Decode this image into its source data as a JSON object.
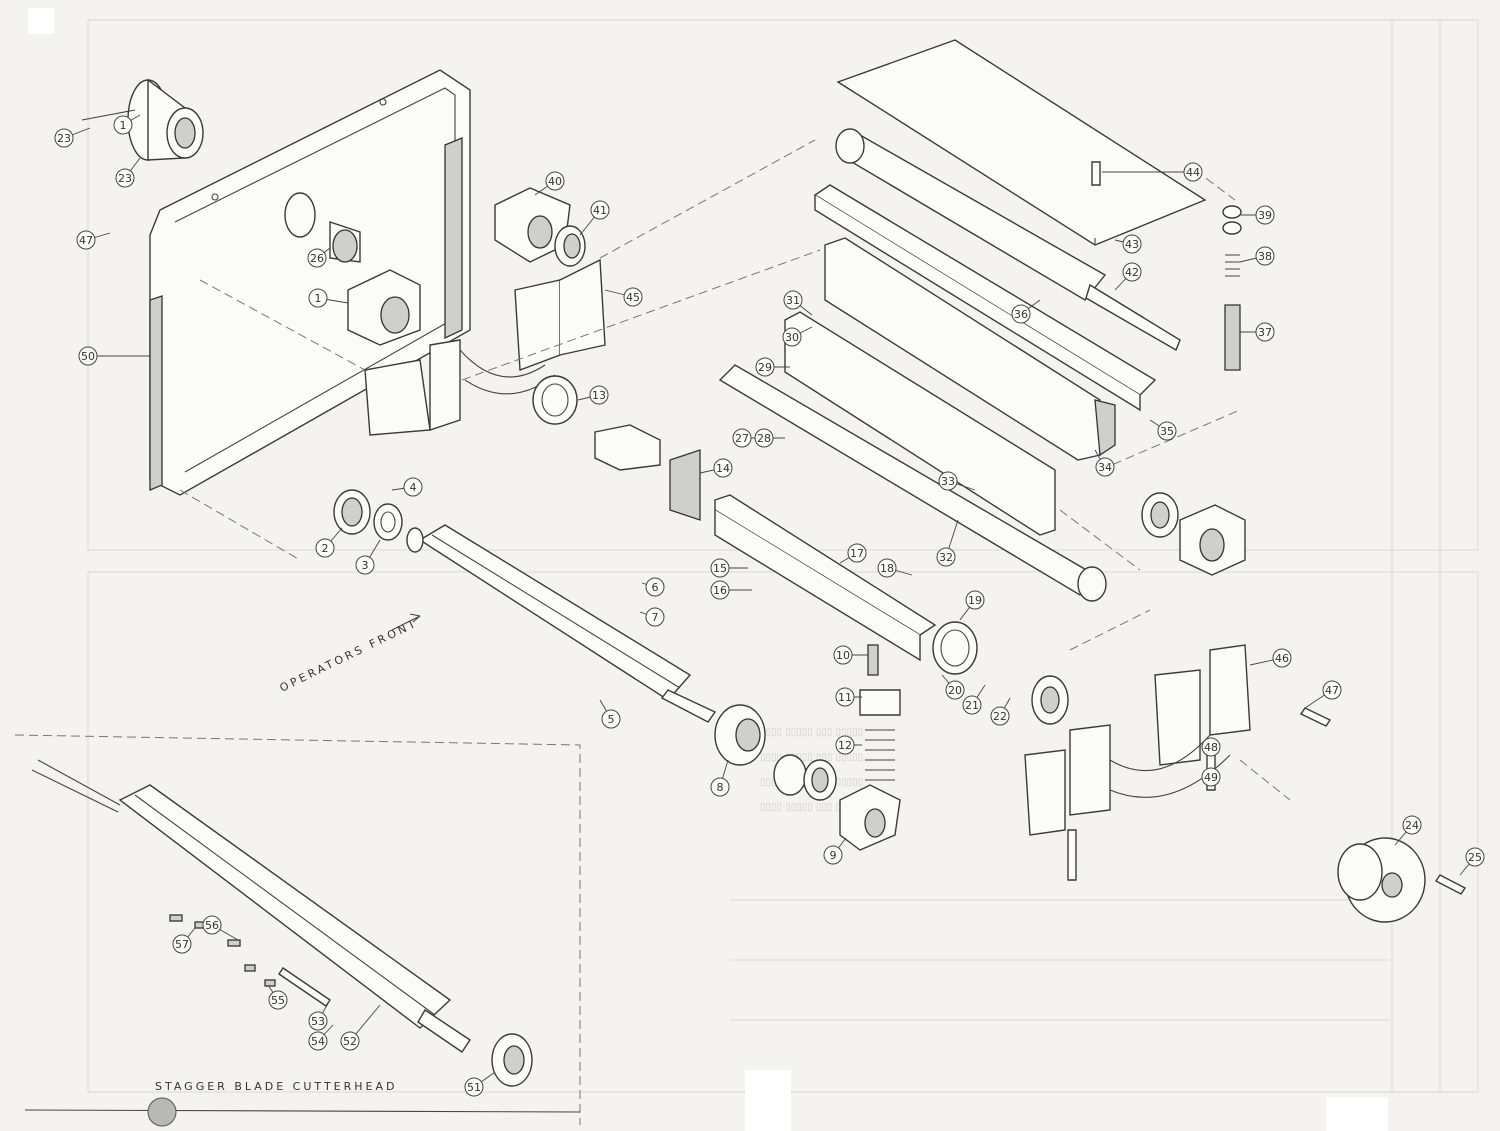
{
  "labels": [
    "1",
    "2",
    "3",
    "4",
    "5",
    "6",
    "7",
    "8",
    "9",
    "10",
    "11",
    "12",
    "13",
    "14",
    "15",
    "16",
    "17",
    "18",
    "19",
    "20",
    "21",
    "22",
    "23",
    "24",
    "25",
    "26",
    "27",
    "28",
    "29",
    "30",
    "31",
    "32",
    "33",
    "34",
    "35",
    "36",
    "37",
    "38",
    "39",
    "40",
    "41",
    "42",
    "43",
    "44",
    "45",
    "46",
    "47",
    "48",
    "49",
    "50",
    "51",
    "52",
    "53",
    "54",
    "55",
    "56",
    "57"
  ],
  "captions": {
    "operators_front": "OPERATORS  FRONT",
    "inset_title": "STAGGER BLADE CUTTERHEAD"
  },
  "colors": {
    "ink": "#333333",
    "paper": "#f4f3ef",
    "part_fill": "#fbfbf9",
    "shade": "#cfcfcb"
  }
}
